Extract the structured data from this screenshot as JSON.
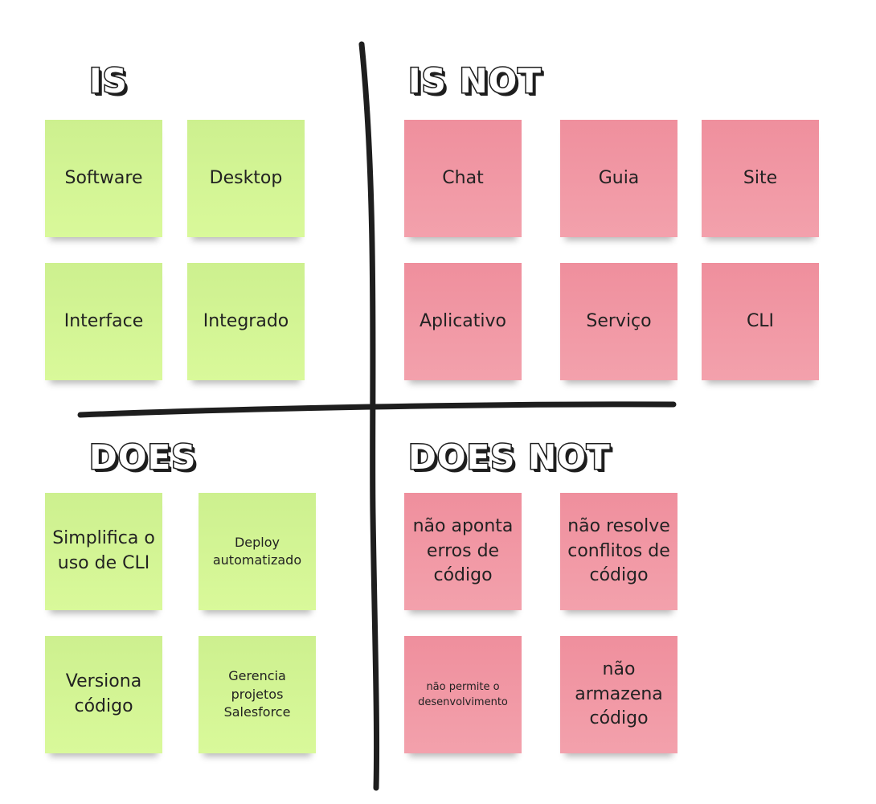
{
  "headings": {
    "is": "IS",
    "is_not": "IS NOT",
    "does": "DOES",
    "does_not": "DOES NOT"
  },
  "is": [
    "Software",
    "Desktop",
    "Interface",
    "Integrado"
  ],
  "is_not": [
    "Chat",
    "Guia",
    "Site",
    "Aplicativo",
    "Serviço",
    "CLI"
  ],
  "does": [
    "Simplifica o uso de CLI",
    "Deploy automatizado",
    "Versiona código",
    "Gerencia projetos Salesforce"
  ],
  "does_not": [
    "não aponta erros de código",
    "não resolve conflitos de código",
    "não permite o desenvolvimento",
    "não armazena código"
  ],
  "colors": {
    "green_note": "#d4f595",
    "pink_note": "#f094a1",
    "divider": "#1e1e1e"
  }
}
